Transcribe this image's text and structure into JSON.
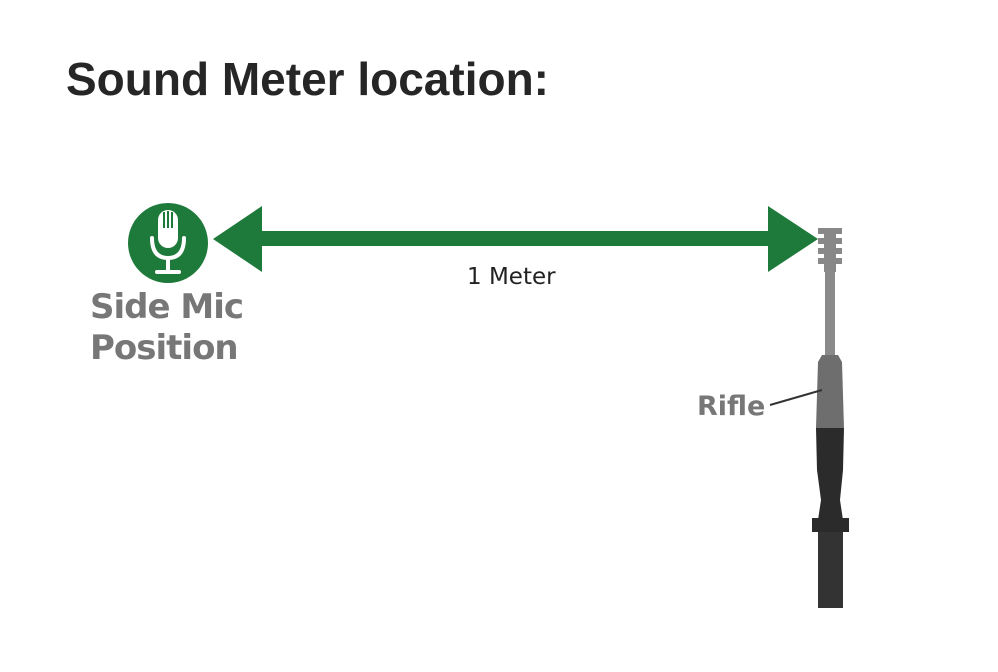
{
  "title": "Sound Meter location:",
  "mic": {
    "label_line1": "Side Mic",
    "label_line2": "Position",
    "icon": "microphone-icon",
    "color": "#1e7a3a"
  },
  "measurement": {
    "label": "1 Meter",
    "arrow_color": "#1e7a3a"
  },
  "rifle": {
    "label": "Rifle",
    "muzzle_color": "#888888",
    "stock_color": "#2b2b2b"
  }
}
